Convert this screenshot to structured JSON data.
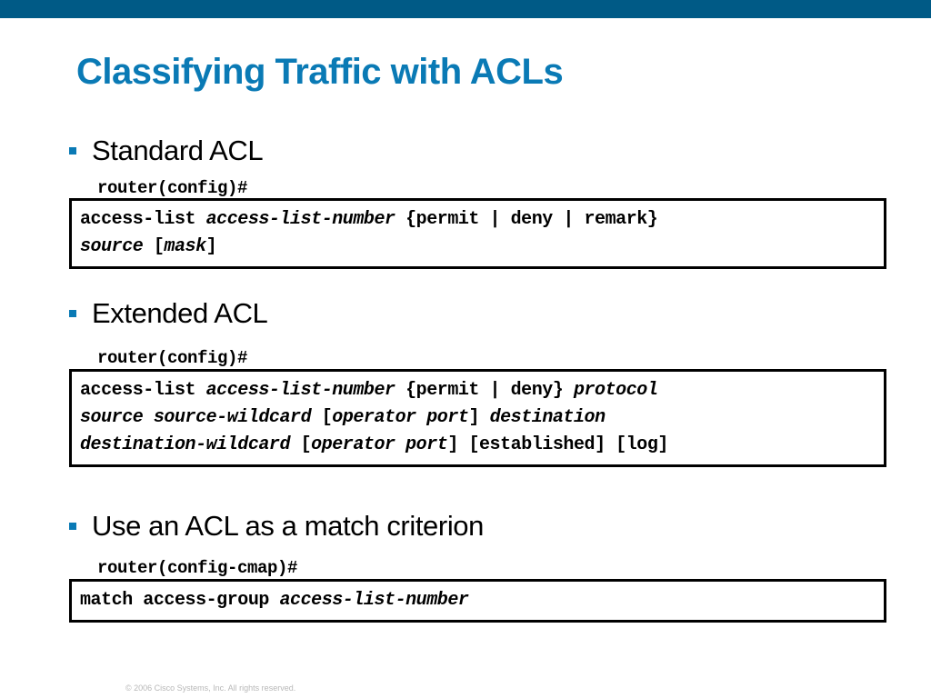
{
  "slide": {
    "title": "Classifying Traffic with ACLs",
    "footer": "© 2006 Cisco Systems, Inc. All rights reserved."
  },
  "sections": [
    {
      "bullet": "Standard ACL",
      "prompt": "router(config)#",
      "code": [
        [
          {
            "t": "access-list ",
            "i": false
          },
          {
            "t": "access-list-number",
            "i": true
          },
          {
            "t": " {permit | deny | remark}",
            "i": false
          }
        ],
        [
          {
            "t": "source",
            "i": true
          },
          {
            "t": " [",
            "i": false
          },
          {
            "t": "mask",
            "i": true
          },
          {
            "t": "]",
            "i": false
          }
        ]
      ]
    },
    {
      "bullet": "Extended ACL",
      "prompt": "router(config)#",
      "code": [
        [
          {
            "t": "access-list ",
            "i": false
          },
          {
            "t": "access-list-number",
            "i": true
          },
          {
            "t": " {permit | deny} ",
            "i": false
          },
          {
            "t": "protocol",
            "i": true
          }
        ],
        [
          {
            "t": "source source-wildcard",
            "i": true
          },
          {
            "t": " [",
            "i": false
          },
          {
            "t": "operator port",
            "i": true
          },
          {
            "t": "] ",
            "i": false
          },
          {
            "t": "destination",
            "i": true
          }
        ],
        [
          {
            "t": "destination-wildcard",
            "i": true
          },
          {
            "t": " [",
            "i": false
          },
          {
            "t": "operator port",
            "i": true
          },
          {
            "t": "] [established] [log]",
            "i": false
          }
        ]
      ]
    },
    {
      "bullet": "Use an ACL as a match criterion",
      "prompt": "router(config-cmap)#",
      "code": [
        [
          {
            "t": "match access-group ",
            "i": false
          },
          {
            "t": "access-list-number",
            "i": true
          }
        ]
      ]
    }
  ],
  "colors": {
    "title": "#0a7ab5",
    "topbar": "#005a86",
    "bullet": "#0a7ab5",
    "footer": "#b8b8b8"
  }
}
